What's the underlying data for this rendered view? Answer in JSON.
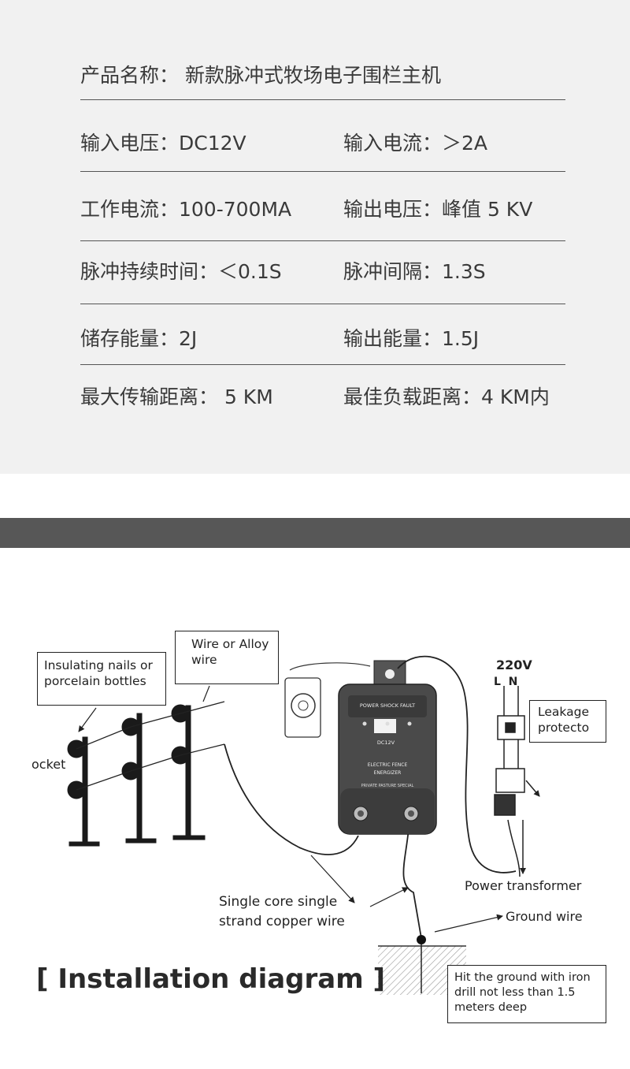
{
  "specs": {
    "product": "产品名称：  新款脉冲式牧场电子围栏主机",
    "rows": [
      [
        "输入电压：DC12V",
        "输入电流：＞2A"
      ],
      [
        "工作电流：100-700MA",
        "输出电压：峰值 5 KV"
      ],
      [
        "脉冲持续时间：＜0.1S",
        "脉冲间隔：1.3S"
      ],
      [
        "储存能量：2J",
        "输出能量：1.5J"
      ],
      [
        "最大传输距离：  5 KM",
        "最佳负载距离：4 KM内"
      ]
    ]
  },
  "diagram": {
    "labels": {
      "insulating": "Insulating nails or porcelain bottles",
      "wire": "Wire or Alloy wire",
      "socket": "ocket",
      "voltage": "220V",
      "ln": "L  N",
      "leakage": "Leakage protecto",
      "power_transformer": "Power transformer",
      "copper_wire": "Single core single strand copper wire",
      "ground_wire": "Ground wire",
      "iron_drill": "Hit the ground with iron drill not less than 1.5 meters deep",
      "title": "[ Installation diagram ]"
    },
    "device": {
      "panel_labels": "POWER  SHOCK  FAULT",
      "model": "DC12V",
      "name_line1": "ELECTRIC FENCE",
      "name_line2": "ENERGIZER",
      "footer": "PRIVATE PASTURE SPECIAL"
    }
  }
}
